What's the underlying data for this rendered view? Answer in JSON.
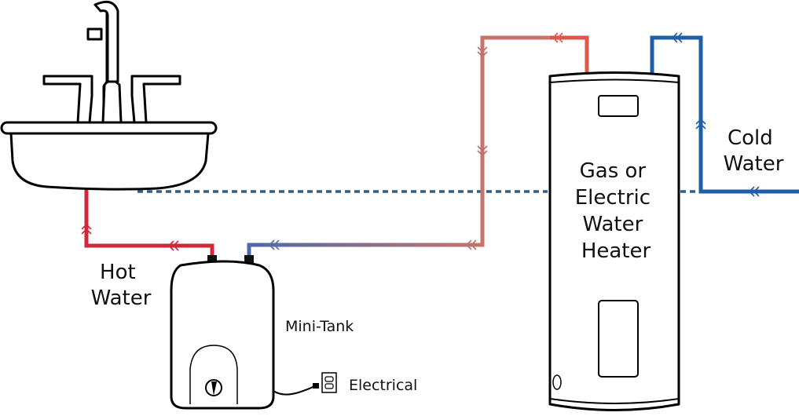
{
  "labels": {
    "hot_water": [
      "Hot",
      "Water"
    ],
    "cold_water": [
      "Cold",
      "Water"
    ],
    "heater": [
      "Gas or",
      "Electric",
      "Water",
      "Heater"
    ],
    "mini_tank": "Mini-Tank",
    "electrical": "Electrical"
  },
  "colors": {
    "hot_line": "#d0283a",
    "heater_hot_line": "#e0564a",
    "recirc_start": "#4a6aa8",
    "recirc_end": "#c8736a",
    "cold_line": "#1f5fa8",
    "cold_dashed": "#2e5f8f"
  },
  "icons": [
    "sink-faucet-icon",
    "mini-tank-heater-icon",
    "water-heater-icon",
    "electrical-outlet-icon",
    "flow-arrow-icon"
  ]
}
